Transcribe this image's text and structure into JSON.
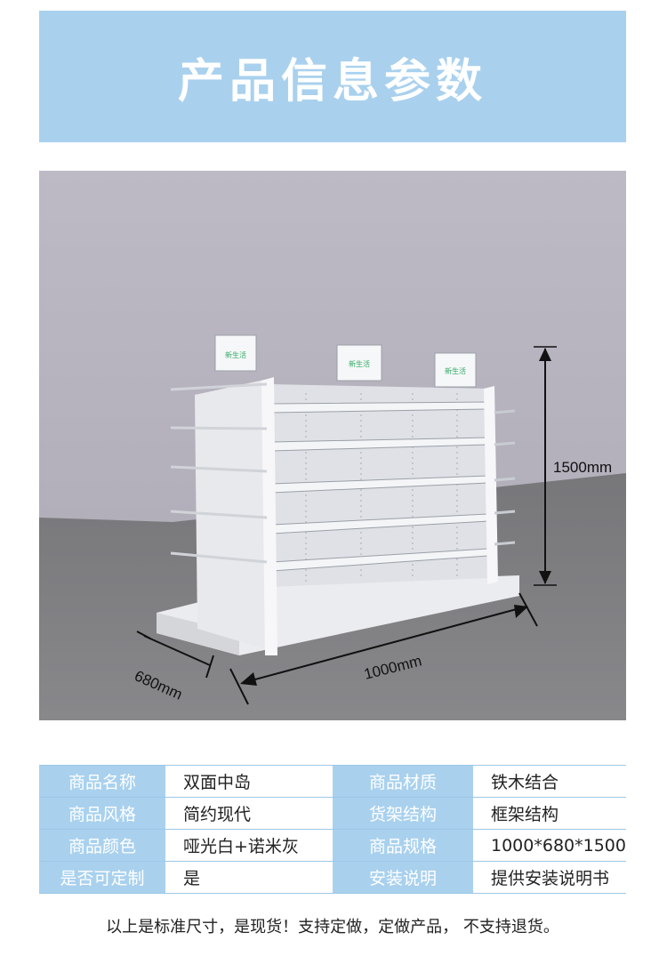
{
  "banner": {
    "title": "产品信息参数"
  },
  "image": {
    "dimensions": {
      "height": "1500mm",
      "width": "1000mm",
      "depth": "680mm"
    },
    "sign_text": "新生活"
  },
  "specs": [
    {
      "left_key": "商品名称",
      "left_value": "双面中岛",
      "right_key": "商品材质",
      "right_value": "铁木结合"
    },
    {
      "left_key": "商品风格",
      "left_value": "简约现代",
      "right_key": "货架结构",
      "right_value": "框架结构"
    },
    {
      "left_key": "商品颜色",
      "left_value": "哑光白+诺米灰",
      "right_key": "商品规格",
      "right_value": "1000*680*1500"
    },
    {
      "left_key": "是否可定制",
      "left_value": "是",
      "right_key": "安装说明",
      "right_value": "提供安装说明书"
    }
  ],
  "footnote": "以上是标准尺寸，是现货！支持定做，定做产品， 不支持退货。",
  "colors": {
    "accent": "#a9d1ee",
    "wall": "#bab6c2",
    "floor": "#7b7b7e"
  }
}
